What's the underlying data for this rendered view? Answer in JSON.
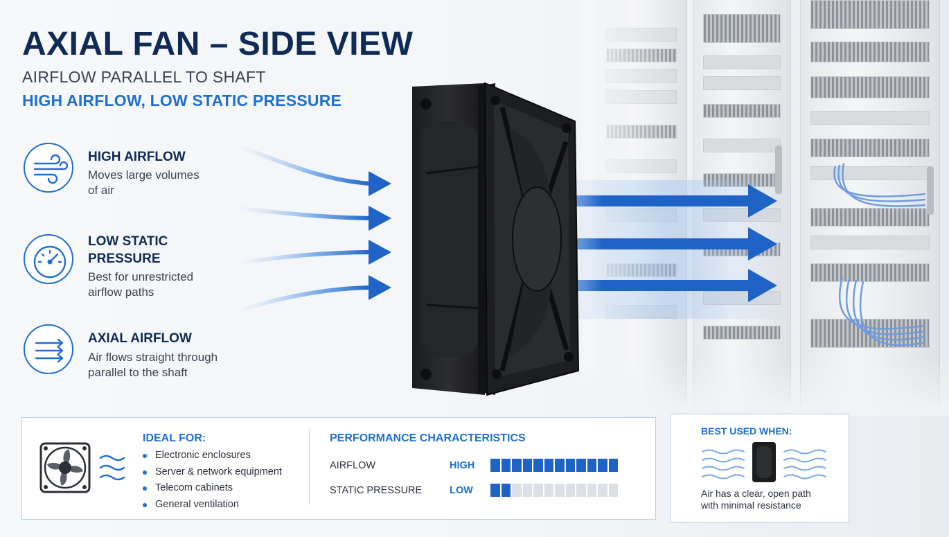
{
  "header": {
    "title": "AXIAL FAN – SIDE VIEW",
    "subtitle": "AIRFLOW PARALLEL TO SHAFT",
    "tagline": "HIGH AIRFLOW, LOW STATIC PRESSURE"
  },
  "features": [
    {
      "icon": "wind-icon",
      "title": "HIGH AIRFLOW",
      "desc_line1": "Moves large volumes",
      "desc_line2": "of air"
    },
    {
      "icon": "gauge-icon",
      "title_line1": "LOW STATIC",
      "title_line2": "PRESSURE",
      "desc_line1": "Best for unrestricted",
      "desc_line2": "airflow paths"
    },
    {
      "icon": "parallel-arrows-icon",
      "title": "AXIAL AIRFLOW",
      "desc_line1": "Air flows straight through",
      "desc_line2": "parallel to the shaft"
    }
  ],
  "ideal_for": {
    "title": "IDEAL FOR:",
    "items": [
      "Electronic enclosures",
      "Server & network equipment",
      "Telecom cabinets",
      "General ventilation"
    ]
  },
  "performance": {
    "title": "PERFORMANCE CHARACTERISTICS",
    "rows": [
      {
        "label": "AIRFLOW",
        "rating": "HIGH",
        "level": 12,
        "max": 12
      },
      {
        "label": "STATIC PRESSURE",
        "rating": "LOW",
        "level": 2,
        "max": 12
      }
    ]
  },
  "best_used": {
    "title": "BEST USED WHEN:",
    "line1": "Air has a clear, open path",
    "line2": "with minimal resistance"
  },
  "colors": {
    "accent": "#1f6fd1",
    "navy": "#0f2a55",
    "bar_on": "#1f63c6",
    "bar_off": "#dde1e6"
  }
}
